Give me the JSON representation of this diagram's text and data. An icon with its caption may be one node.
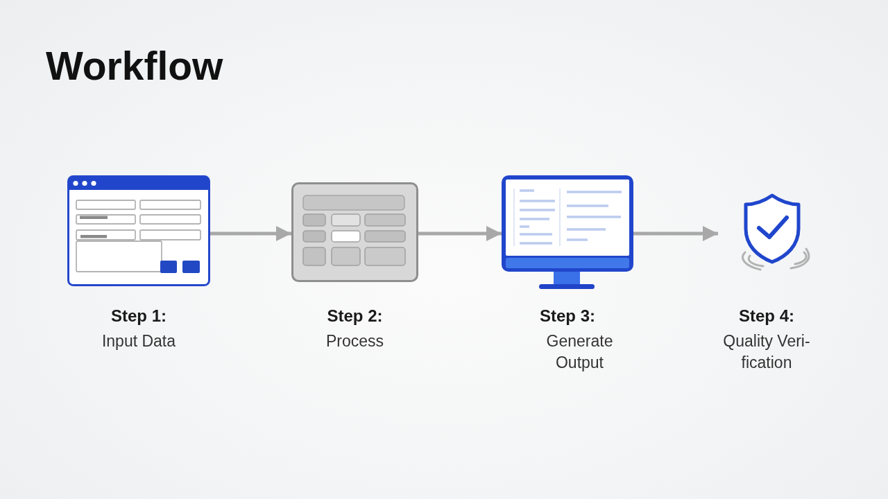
{
  "diagram": {
    "title": "Workflow",
    "nodes": [
      {
        "text": [
          "Step 1:",
          "Input Data"
        ]
      },
      {
        "text": [
          "Step 2:",
          "Process"
        ]
      },
      {
        "text": [
          "Step 3:",
          "Generate Output"
        ]
      },
      {
        "text": [
          "Step 4:",
          "Quality Veri- fication"
        ]
      }
    ],
    "edges": [
      {
        "from": 0,
        "to": 1,
        "arrow": "to"
      },
      {
        "from": 1,
        "to": 2,
        "arrow": "to"
      },
      {
        "from": 2,
        "to": 3,
        "arrow": "to"
      }
    ]
  }
}
